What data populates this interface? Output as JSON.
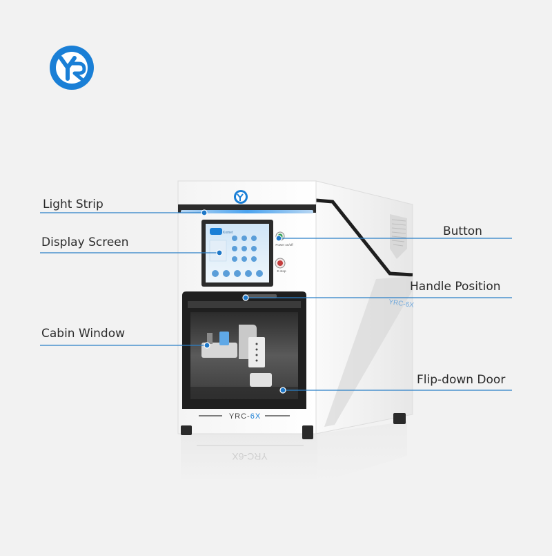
{
  "brand": {
    "logo_text": "YR",
    "accent_color": "#1a7fd6"
  },
  "machine": {
    "model_prefix": "YRC-",
    "model_suffix": "6X",
    "side_model": "YRC-6X",
    "reflection_text": "YRC-6X",
    "screen_header": "Komet",
    "button_text": "Power on/off",
    "estop_text": "E-stop"
  },
  "callouts": {
    "light_strip": "Light Strip",
    "display_screen": "Display Screen",
    "cabin_window": "Cabin Window",
    "button": "Button",
    "handle_position": "Handle Position",
    "flip_down_door": "Flip-down Door"
  },
  "colors": {
    "background": "#f2f2f2",
    "callout_line": "#2a7fc7",
    "callout_dot": "#1e78c8"
  }
}
